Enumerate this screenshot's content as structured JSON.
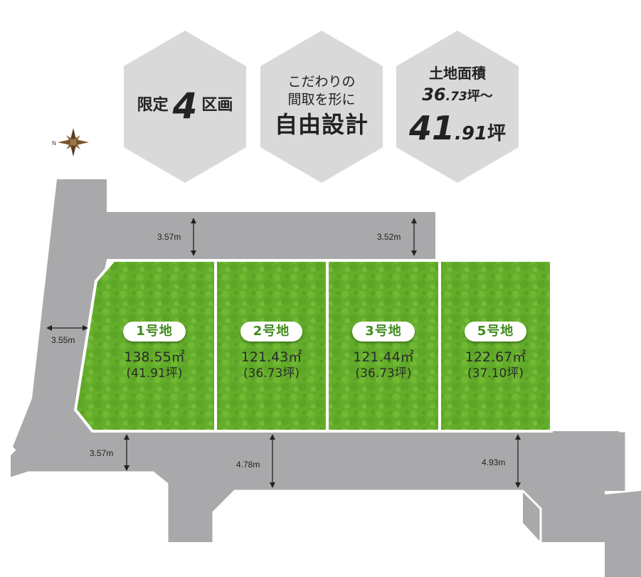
{
  "features": [
    {
      "id": "limited",
      "prefix": "限定",
      "number": "4",
      "suffix": "区画"
    },
    {
      "id": "design",
      "line1": "こだわりの",
      "line2": "間取を形に",
      "headline": "自由設計"
    },
    {
      "id": "land",
      "label": "土地面積",
      "min_num": "36",
      "min_dec": ".73",
      "min_unit": "坪～",
      "max_num": "41",
      "max_dec": ".91",
      "max_unit": "坪"
    }
  ],
  "compass_mark": "N",
  "lots": [
    {
      "label": "1号地",
      "area": "138.55㎡",
      "tsubo": "(41.91坪)"
    },
    {
      "label": "2号地",
      "area": "121.43㎡",
      "tsubo": "(36.73坪)"
    },
    {
      "label": "3号地",
      "area": "121.44㎡",
      "tsubo": "(36.73坪)"
    },
    {
      "label": "5号地",
      "area": "122.67㎡",
      "tsubo": "(37.10坪)"
    }
  ],
  "dimensions": {
    "north_left": "3.57m",
    "north_right": "3.52m",
    "west": "3.55m",
    "south_left": "3.57m",
    "south_mid": "4.78m",
    "south_right": "4.93m"
  },
  "colors": {
    "hexagon": "#d9d9d9",
    "road": "#a9a9ab",
    "lawn": "#64b02c",
    "lawn_light": "#8bc53f",
    "badge_text": "#3f8a1c"
  }
}
